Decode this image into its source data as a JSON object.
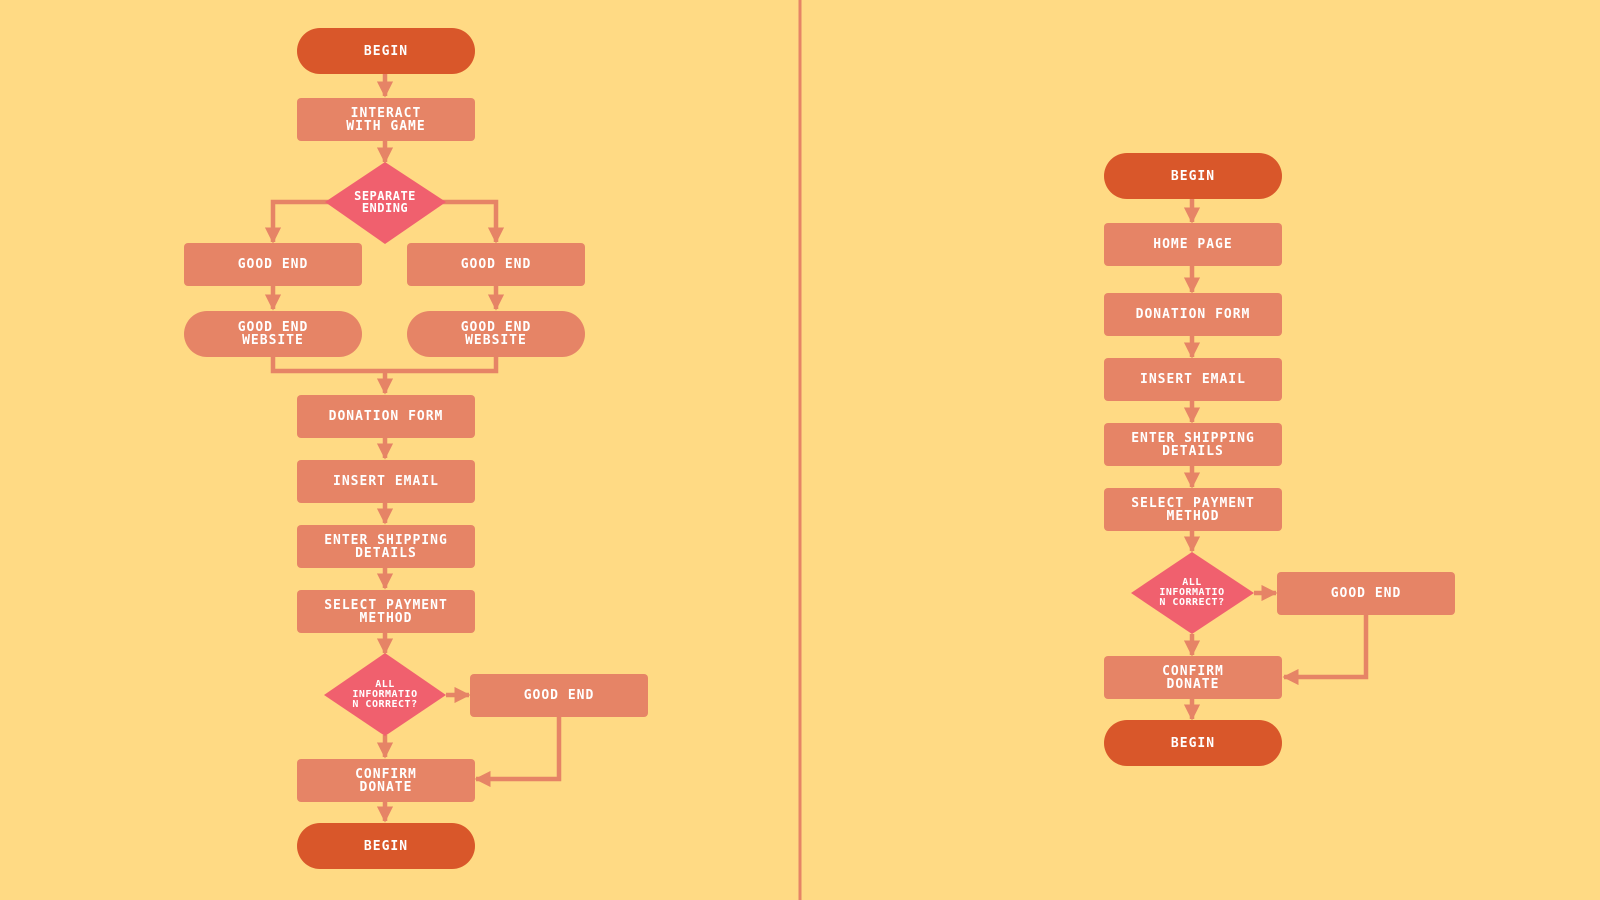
{
  "colors": {
    "background": "#FFDA84",
    "terminal": "#D9572A",
    "process": "#E68466",
    "decision": "#F0606E",
    "connector": "#E68466",
    "divider": "#E68466"
  },
  "left": {
    "begin": "BEGIN",
    "interact": [
      "INTERACT",
      "WITH GAME"
    ],
    "separate_ending": [
      "SEPARATE",
      "ENDING"
    ],
    "good_end_a": "GOOD END",
    "good_end_b": "GOOD END",
    "website_a": [
      "GOOD END",
      "WEBSITE"
    ],
    "website_b": [
      "GOOD END",
      "WEBSITE"
    ],
    "donation_form": "DONATION FORM",
    "insert_email": "INSERT EMAIL",
    "shipping": [
      "ENTER SHIPPING",
      "DETAILS"
    ],
    "payment": [
      "SELECT PAYMENT",
      "METHOD"
    ],
    "all_correct": [
      "ALL",
      "INFORMATIO",
      "N CORRECT?"
    ],
    "good_end_c": "GOOD END",
    "confirm": [
      "CONFIRM",
      "DONATE"
    ],
    "end": "BEGIN"
  },
  "right": {
    "begin": "BEGIN",
    "home_page": "HOME PAGE",
    "donation_form": "DONATION FORM",
    "insert_email": "INSERT EMAIL",
    "shipping": [
      "ENTER SHIPPING",
      "DETAILS"
    ],
    "payment": [
      "SELECT PAYMENT",
      "METHOD"
    ],
    "all_correct": [
      "ALL",
      "INFORMATIO",
      "N CORRECT?"
    ],
    "good_end": "GOOD END",
    "confirm": [
      "CONFIRM",
      "DONATE"
    ],
    "end": "BEGIN"
  }
}
